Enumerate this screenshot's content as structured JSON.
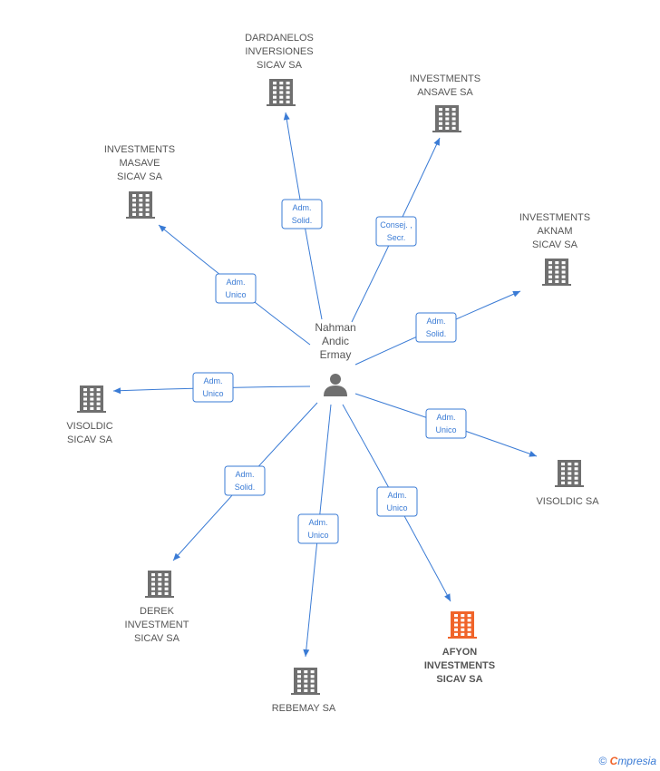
{
  "colors": {
    "edge": "#3a7bd5",
    "building": "#6f6f6f",
    "building_highlight": "#f0642a",
    "person": "#6f6f6f"
  },
  "center": {
    "name_lines": [
      "Nahman",
      "Andic",
      "Ermay"
    ],
    "icon": "person-icon"
  },
  "companies": [
    {
      "id": "dardanelos",
      "lines": [
        "DARDANELOS",
        "INVERSIONES",
        "SICAV SA"
      ],
      "role_lines": [
        "Adm.",
        "Solid."
      ],
      "highlight": false
    },
    {
      "id": "ansave",
      "lines": [
        "INVESTMENTS",
        "ANSAVE SA"
      ],
      "role_lines": [
        "Consej. ,",
        "Secr."
      ],
      "highlight": false
    },
    {
      "id": "masave",
      "lines": [
        "INVESTMENTS",
        "MASAVE",
        "SICAV SA"
      ],
      "role_lines": [
        "Adm.",
        "Unico"
      ],
      "highlight": false
    },
    {
      "id": "aknam",
      "lines": [
        "INVESTMENTS",
        "AKNAM",
        "SICAV SA"
      ],
      "role_lines": [
        "Adm.",
        "Solid."
      ],
      "highlight": false
    },
    {
      "id": "visoldic-left",
      "lines": [
        "VISOLDIC",
        "SICAV SA"
      ],
      "role_lines": [
        "Adm.",
        "Unico"
      ],
      "highlight": false
    },
    {
      "id": "visoldic-right",
      "lines": [
        "VISOLDIC SA"
      ],
      "role_lines": [
        "Adm.",
        "Unico"
      ],
      "highlight": false
    },
    {
      "id": "derek",
      "lines": [
        "DEREK",
        "INVESTMENT",
        "SICAV SA"
      ],
      "role_lines": [
        "Adm.",
        "Solid."
      ],
      "highlight": false
    },
    {
      "id": "rebemay",
      "lines": [
        "REBEMAY SA"
      ],
      "role_lines": [
        "Adm.",
        "Unico"
      ],
      "highlight": false
    },
    {
      "id": "afyon",
      "lines": [
        "AFYON",
        "INVESTMENTS",
        "SICAV SA"
      ],
      "role_lines": [
        "Adm.",
        "Unico"
      ],
      "highlight": true
    }
  ],
  "footer": {
    "copyright": "©",
    "brand_initial": "C",
    "brand_rest": "mpresia"
  }
}
